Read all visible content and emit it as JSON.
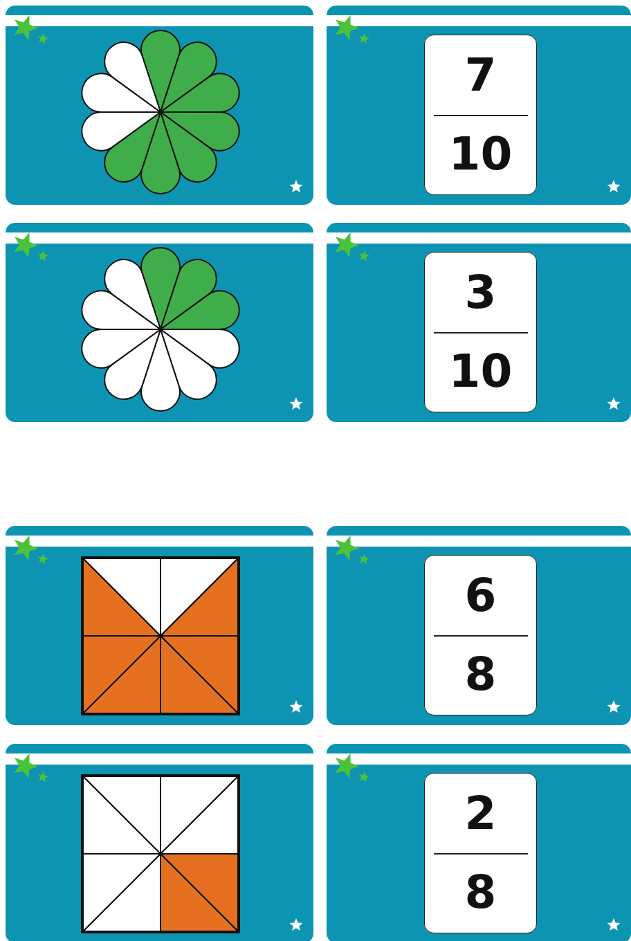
{
  "diagram": {
    "nodes": [
      {
        "text": [
          "7",
          "10"
        ]
      },
      {
        "text": [
          "3",
          "10"
        ]
      },
      {
        "text": [
          "6",
          "8"
        ]
      },
      {
        "text": [
          "2",
          "8"
        ]
      }
    ]
  }
}
